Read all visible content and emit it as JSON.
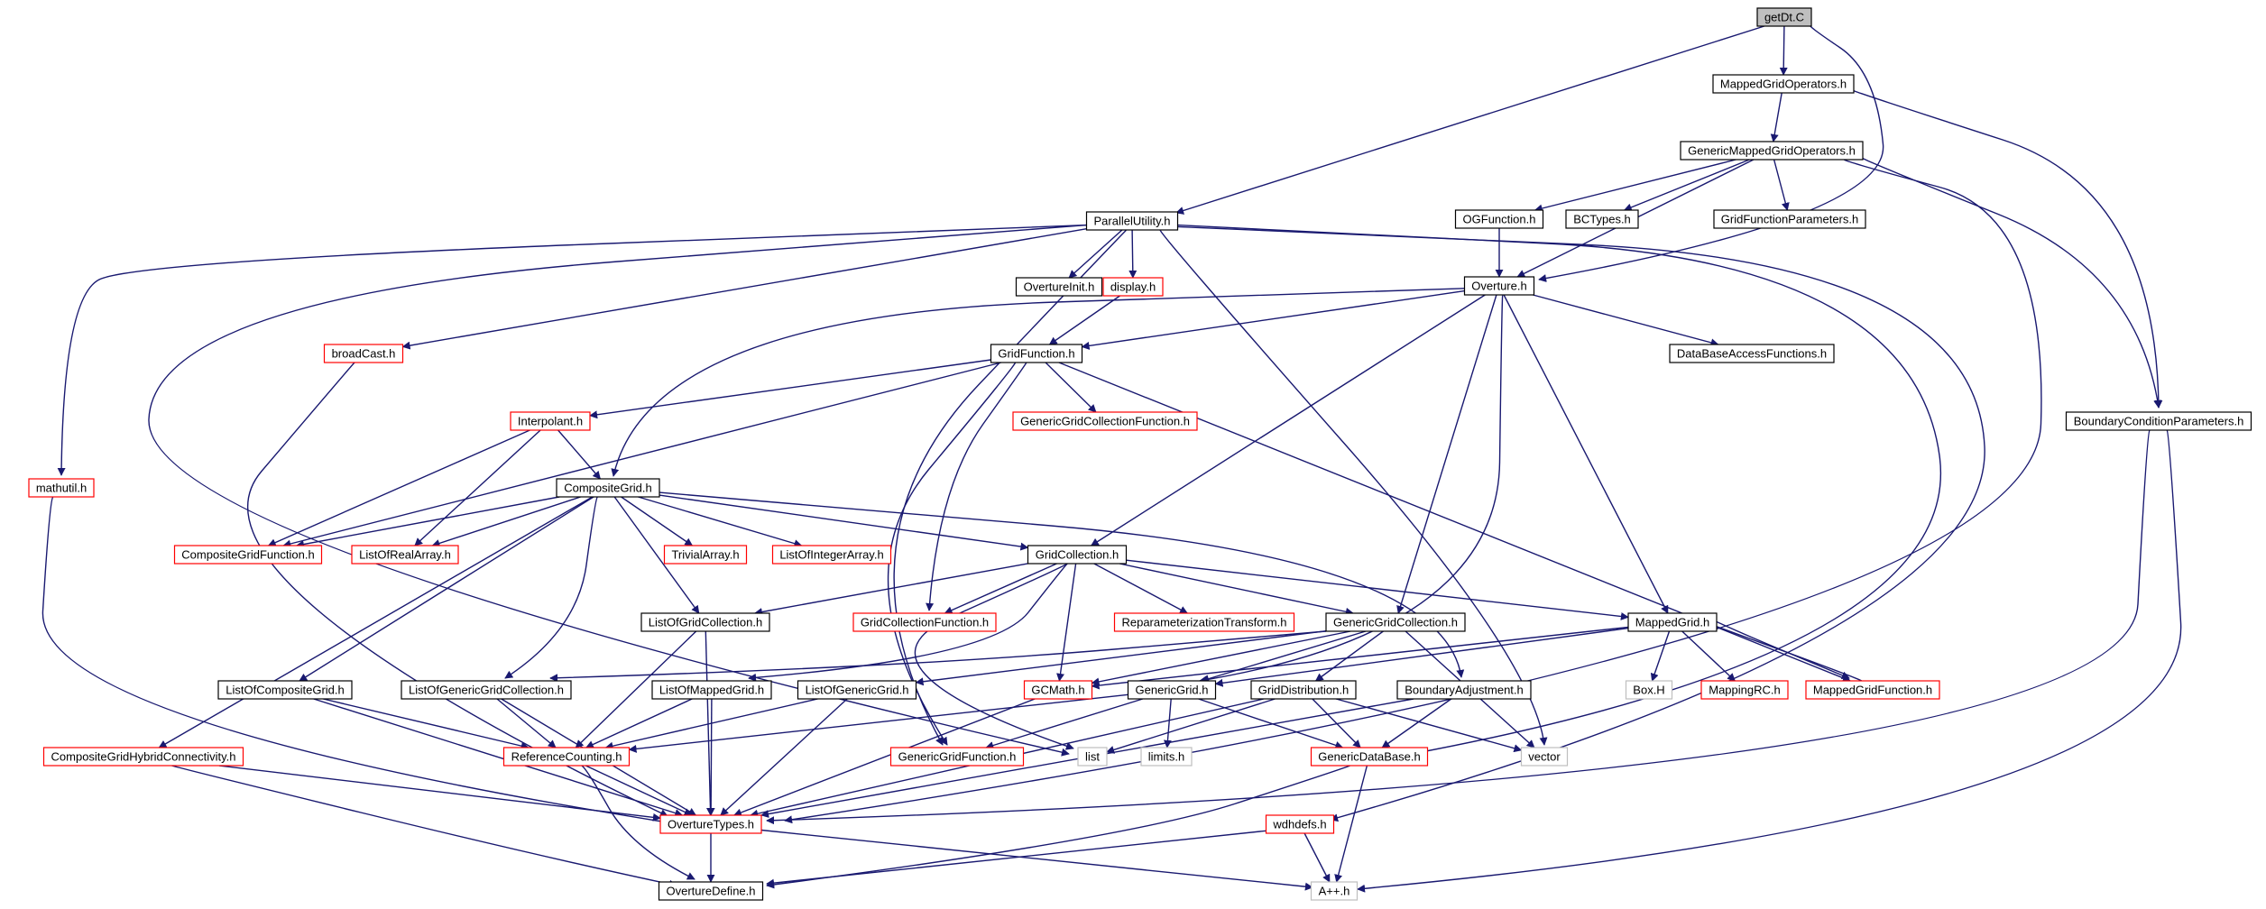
{
  "colors": {
    "edge": "#191970",
    "border_default": "#000000",
    "border_truncated": "#ff0000",
    "border_external": "#bfbfbf",
    "root_fill": "#bfbfbf",
    "node_fill": "#ffffff"
  },
  "graph": {
    "nodes": [
      {
        "id": "getDt",
        "label": "getDt.C",
        "style": "root"
      },
      {
        "id": "MappedGridOperators",
        "label": "MappedGridOperators.h",
        "style": "default"
      },
      {
        "id": "GenericMappedGridOperators",
        "label": "GenericMappedGridOperators.h",
        "style": "default"
      },
      {
        "id": "ParallelUtility",
        "label": "ParallelUtility.h",
        "style": "default"
      },
      {
        "id": "OGFunction",
        "label": "OGFunction.h",
        "style": "default"
      },
      {
        "id": "BCTypes",
        "label": "BCTypes.h",
        "style": "default"
      },
      {
        "id": "GridFunctionParameters",
        "label": "GridFunctionParameters.h",
        "style": "default"
      },
      {
        "id": "OvertureInit",
        "label": "OvertureInit.h",
        "style": "default"
      },
      {
        "id": "display",
        "label": "display.h",
        "style": "truncated"
      },
      {
        "id": "Overture",
        "label": "Overture.h",
        "style": "default"
      },
      {
        "id": "broadCast",
        "label": "broadCast.h",
        "style": "truncated"
      },
      {
        "id": "GridFunction",
        "label": "GridFunction.h",
        "style": "default"
      },
      {
        "id": "DataBaseAccessFunctions",
        "label": "DataBaseAccessFunctions.h",
        "style": "default"
      },
      {
        "id": "BoundaryConditionParameters",
        "label": "BoundaryConditionParameters.h",
        "style": "default"
      },
      {
        "id": "Interpolant",
        "label": "Interpolant.h",
        "style": "truncated"
      },
      {
        "id": "GenericGridCollectionFunction",
        "label": "GenericGridCollectionFunction.h",
        "style": "truncated"
      },
      {
        "id": "mathutil",
        "label": "mathutil.h",
        "style": "truncated"
      },
      {
        "id": "CompositeGrid",
        "label": "CompositeGrid.h",
        "style": "default"
      },
      {
        "id": "CompositeGridFunction",
        "label": "CompositeGridFunction.h",
        "style": "truncated"
      },
      {
        "id": "ListOfRealArray",
        "label": "ListOfRealArray.h",
        "style": "truncated"
      },
      {
        "id": "TrivialArray",
        "label": "TrivialArray.h",
        "style": "truncated"
      },
      {
        "id": "ListOfIntegerArray",
        "label": "ListOfIntegerArray.h",
        "style": "truncated"
      },
      {
        "id": "GridCollection",
        "label": "GridCollection.h",
        "style": "default"
      },
      {
        "id": "ListOfGridCollection",
        "label": "ListOfGridCollection.h",
        "style": "default"
      },
      {
        "id": "GridCollectionFunction",
        "label": "GridCollectionFunction.h",
        "style": "truncated"
      },
      {
        "id": "ReparameterizationTransform",
        "label": "ReparameterizationTransform.h",
        "style": "truncated"
      },
      {
        "id": "GenericGridCollection",
        "label": "GenericGridCollection.h",
        "style": "default"
      },
      {
        "id": "MappedGrid",
        "label": "MappedGrid.h",
        "style": "default"
      },
      {
        "id": "ListOfCompositeGrid",
        "label": "ListOfCompositeGrid.h",
        "style": "default"
      },
      {
        "id": "ListOfGenericGridCollection",
        "label": "ListOfGenericGridCollection.h",
        "style": "default"
      },
      {
        "id": "ListOfMappedGrid",
        "label": "ListOfMappedGrid.h",
        "style": "default"
      },
      {
        "id": "ListOfGenericGrid",
        "label": "ListOfGenericGrid.h",
        "style": "default"
      },
      {
        "id": "GCMath",
        "label": "GCMath.h",
        "style": "truncated"
      },
      {
        "id": "GenericGrid",
        "label": "GenericGrid.h",
        "style": "default"
      },
      {
        "id": "GridDistribution",
        "label": "GridDistribution.h",
        "style": "default"
      },
      {
        "id": "BoundaryAdjustment",
        "label": "BoundaryAdjustment.h",
        "style": "default"
      },
      {
        "id": "BoxH",
        "label": "Box.H",
        "style": "external"
      },
      {
        "id": "MappingRC",
        "label": "MappingRC.h",
        "style": "truncated"
      },
      {
        "id": "MappedGridFunction",
        "label": "MappedGridFunction.h",
        "style": "truncated"
      },
      {
        "id": "CompositeGridHybridConnectivity",
        "label": "CompositeGridHybridConnectivity.h",
        "style": "truncated"
      },
      {
        "id": "ReferenceCounting",
        "label": "ReferenceCounting.h",
        "style": "truncated"
      },
      {
        "id": "GenericGridFunction",
        "label": "GenericGridFunction.h",
        "style": "truncated"
      },
      {
        "id": "list",
        "label": "list",
        "style": "external"
      },
      {
        "id": "limits",
        "label": "limits.h",
        "style": "external"
      },
      {
        "id": "GenericDataBase",
        "label": "GenericDataBase.h",
        "style": "truncated"
      },
      {
        "id": "vector",
        "label": "vector",
        "style": "external"
      },
      {
        "id": "OvertureTypes",
        "label": "OvertureTypes.h",
        "style": "truncated"
      },
      {
        "id": "wdhdefs",
        "label": "wdhdefs.h",
        "style": "truncated"
      },
      {
        "id": "OvertureDefine",
        "label": "OvertureDefine.h",
        "style": "default"
      },
      {
        "id": "Aplusplus",
        "label": "A++.h",
        "style": "external"
      }
    ],
    "edges": [
      [
        "getDt",
        "MappedGridOperators"
      ],
      [
        "getDt",
        "ParallelUtility"
      ],
      [
        "getDt",
        "Overture"
      ],
      [
        "MappedGridOperators",
        "GenericMappedGridOperators"
      ],
      [
        "MappedGridOperators",
        "BoundaryConditionParameters"
      ],
      [
        "GenericMappedGridOperators",
        "OGFunction"
      ],
      [
        "GenericMappedGridOperators",
        "BCTypes"
      ],
      [
        "GenericMappedGridOperators",
        "GridFunctionParameters"
      ],
      [
        "GenericMappedGridOperators",
        "Overture"
      ],
      [
        "GenericMappedGridOperators",
        "BoundaryConditionParameters"
      ],
      [
        "GenericMappedGridOperators",
        "OvertureTypes"
      ],
      [
        "OGFunction",
        "Overture"
      ],
      [
        "ParallelUtility",
        "OvertureInit"
      ],
      [
        "ParallelUtility",
        "display"
      ],
      [
        "ParallelUtility",
        "broadCast"
      ],
      [
        "ParallelUtility",
        "mathutil"
      ],
      [
        "ParallelUtility",
        "vector"
      ],
      [
        "ParallelUtility",
        "GenericDataBase"
      ],
      [
        "ParallelUtility",
        "list"
      ],
      [
        "ParallelUtility",
        "wdhdefs"
      ],
      [
        "ParallelUtility",
        "GenericGridFunction"
      ],
      [
        "display",
        "GridFunction"
      ],
      [
        "broadCast",
        "OvertureTypes"
      ],
      [
        "mathutil",
        "OvertureTypes"
      ],
      [
        "Overture",
        "GridFunction"
      ],
      [
        "Overture",
        "DataBaseAccessFunctions"
      ],
      [
        "Overture",
        "CompositeGrid"
      ],
      [
        "Overture",
        "GridCollection"
      ],
      [
        "Overture",
        "MappedGrid"
      ],
      [
        "Overture",
        "GenericGridCollection"
      ],
      [
        "Overture",
        "GenericGrid"
      ],
      [
        "GridFunction",
        "Interpolant"
      ],
      [
        "GridFunction",
        "GenericGridCollectionFunction"
      ],
      [
        "GridFunction",
        "CompositeGridFunction"
      ],
      [
        "GridFunction",
        "MappedGridFunction"
      ],
      [
        "GridFunction",
        "GridCollectionFunction"
      ],
      [
        "GridFunction",
        "GenericGridFunction"
      ],
      [
        "Interpolant",
        "CompositeGrid"
      ],
      [
        "Interpolant",
        "CompositeGridFunction"
      ],
      [
        "Interpolant",
        "ListOfRealArray"
      ],
      [
        "CompositeGrid",
        "CompositeGridFunction"
      ],
      [
        "CompositeGrid",
        "ListOfRealArray"
      ],
      [
        "CompositeGrid",
        "TrivialArray"
      ],
      [
        "CompositeGrid",
        "ListOfIntegerArray"
      ],
      [
        "CompositeGrid",
        "GridCollection"
      ],
      [
        "CompositeGrid",
        "ListOfGridCollection"
      ],
      [
        "CompositeGrid",
        "ListOfCompositeGrid"
      ],
      [
        "CompositeGrid",
        "ListOfGenericGridCollection"
      ],
      [
        "CompositeGrid",
        "CompositeGridHybridConnectivity"
      ],
      [
        "CompositeGrid",
        "BoundaryAdjustment"
      ],
      [
        "GridCollection",
        "ListOfGridCollection"
      ],
      [
        "GridCollection",
        "GridCollectionFunction"
      ],
      [
        "GridCollection",
        "ReparameterizationTransform"
      ],
      [
        "GridCollection",
        "GenericGridCollection"
      ],
      [
        "GridCollection",
        "MappedGrid"
      ],
      [
        "GridCollection",
        "GCMath"
      ],
      [
        "GridCollection",
        "ListOfMappedGrid"
      ],
      [
        "GridCollection",
        "list"
      ],
      [
        "ListOfGridCollection",
        "ReferenceCounting"
      ],
      [
        "ListOfGridCollection",
        "OvertureTypes"
      ],
      [
        "GenericGridCollection",
        "ListOfGenericGridCollection"
      ],
      [
        "GenericGridCollection",
        "ListOfGenericGrid"
      ],
      [
        "GenericGridCollection",
        "GenericGrid"
      ],
      [
        "GenericGridCollection",
        "GridDistribution"
      ],
      [
        "GenericGridCollection",
        "GCMath"
      ],
      [
        "GenericGridCollection",
        "vector"
      ],
      [
        "MappedGrid",
        "GenericGrid"
      ],
      [
        "MappedGrid",
        "BoxH"
      ],
      [
        "MappedGrid",
        "MappingRC"
      ],
      [
        "MappedGrid",
        "MappedGridFunction"
      ],
      [
        "MappedGrid",
        "GCMath"
      ],
      [
        "MappedGridFunction",
        "MappedGrid"
      ],
      [
        "ListOfCompositeGrid",
        "ReferenceCounting"
      ],
      [
        "ListOfCompositeGrid",
        "OvertureTypes"
      ],
      [
        "ListOfGenericGridCollection",
        "ReferenceCounting"
      ],
      [
        "ListOfGenericGridCollection",
        "OvertureTypes"
      ],
      [
        "ListOfMappedGrid",
        "ReferenceCounting"
      ],
      [
        "ListOfMappedGrid",
        "OvertureTypes"
      ],
      [
        "ListOfGenericGrid",
        "ReferenceCounting"
      ],
      [
        "ListOfGenericGrid",
        "OvertureTypes"
      ],
      [
        "GCMath",
        "OvertureTypes"
      ],
      [
        "GenericGrid",
        "ReferenceCounting"
      ],
      [
        "GenericGrid",
        "GenericGridFunction"
      ],
      [
        "GenericGrid",
        "limits"
      ],
      [
        "GenericGrid",
        "GenericDataBase"
      ],
      [
        "GridDistribution",
        "list"
      ],
      [
        "GridDistribution",
        "GenericDataBase"
      ],
      [
        "GridDistribution",
        "OvertureTypes"
      ],
      [
        "GridDistribution",
        "vector"
      ],
      [
        "BoundaryAdjustment",
        "GenericDataBase"
      ],
      [
        "BoundaryAdjustment",
        "OvertureTypes"
      ],
      [
        "CompositeGridHybridConnectivity",
        "OvertureTypes"
      ],
      [
        "CompositeGridHybridConnectivity",
        "OvertureDefine"
      ],
      [
        "ReferenceCounting",
        "OvertureTypes"
      ],
      [
        "ReferenceCounting",
        "OvertureDefine"
      ],
      [
        "GenericDataBase",
        "Aplusplus"
      ],
      [
        "GenericDataBase",
        "OvertureDefine"
      ],
      [
        "OvertureTypes",
        "OvertureDefine"
      ],
      [
        "OvertureTypes",
        "Aplusplus"
      ],
      [
        "wdhdefs",
        "OvertureDefine"
      ],
      [
        "wdhdefs",
        "Aplusplus"
      ],
      [
        "BoundaryConditionParameters",
        "OvertureTypes"
      ],
      [
        "BoundaryConditionParameters",
        "Aplusplus"
      ]
    ]
  }
}
